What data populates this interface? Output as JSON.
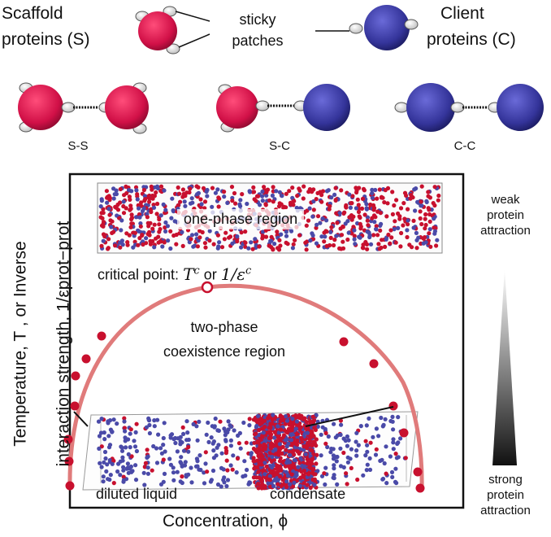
{
  "legend": {
    "scaffold_line1": "Scaffold",
    "scaffold_line2": "proteins (S)",
    "sticky_line1": "sticky",
    "sticky_line2": "patches",
    "client_line1": "Client",
    "client_line2": "proteins (C)"
  },
  "pairs": [
    {
      "label": "S-S"
    },
    {
      "label": "S-C"
    },
    {
      "label": "C-C"
    }
  ],
  "plot": {
    "xlabel": "Concentration, ϕ",
    "ylabel_line1": "Temperature, T , or Inverse",
    "ylabel_line2": "interaction strength, 1/εprot−prot",
    "region_one_phase": "one-phase region",
    "critical_prefix": "critical point:",
    "critical_tc": "T",
    "critical_tc_sup": "c",
    "critical_or": "or",
    "critical_eps": "1/ε",
    "critical_eps_sup": "c",
    "two_phase_line1": "two-phase",
    "two_phase_line2": "coexistence region",
    "diluted": "diluted liquid",
    "condensate": "condensate"
  },
  "gradient_bar": {
    "top_line1": "weak",
    "top_line2": "protein",
    "top_line3": "attraction",
    "bottom_line1": "strong",
    "bottom_line2": "protein",
    "bottom_line3": "attraction"
  },
  "colors": {
    "scaffold": "#d11047",
    "client": "#3a3a9c",
    "particle_red": "#c8102e",
    "particle_blue": "#4a4aa8",
    "binodal": "#e07b7b",
    "binodal_points": "#c8102e"
  }
}
